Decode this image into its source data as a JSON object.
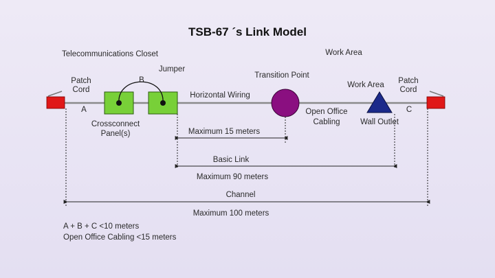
{
  "title": "TSB-67 ´s Link Model",
  "regions": {
    "telecom_closet": "Telecommunications Closet",
    "work_area": "Work Area"
  },
  "labels": {
    "patch_cord_left": [
      "Patch",
      "Cord"
    ],
    "patch_cord_right": [
      "Patch",
      "Cord"
    ],
    "jumper": "Jumper",
    "b": "B",
    "a": "A",
    "c": "C",
    "crossconnect": [
      "Crossconnect",
      "Panel(s)"
    ],
    "horizontal_wiring": "Horizontal Wiring",
    "transition_point": "Transition Point",
    "open_office": [
      "Open Office",
      "Cabling"
    ],
    "work_area_outlet_top": "Work Area",
    "wall_outlet": "Wall Outlet"
  },
  "dimensions": {
    "max_15": "Maximum 15 meters",
    "basic_link": "Basic Link",
    "max_90": "Maximum 90 meters",
    "channel": "Channel",
    "max_100": "Maximum 100 meters"
  },
  "notes": [
    "A + B + C <10 meters",
    "Open Office Cabling <15 meters"
  ],
  "colors": {
    "patch_cord": "#e01818",
    "panel": "#78d038",
    "transition_point": "#8a0f80",
    "wall_outlet": "#1c2a8a",
    "cable": "#8a8a8a"
  }
}
